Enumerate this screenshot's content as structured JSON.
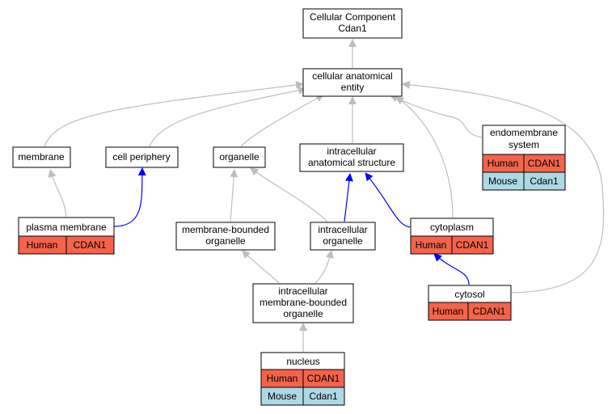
{
  "colors": {
    "human": "#f4634b",
    "mouse": "#add8e6",
    "edge_gray": "#bdbdbd",
    "edge_blue": "#0000ff"
  },
  "nodes": {
    "root": {
      "line1": "Cellular Component",
      "line2": "Cdan1"
    },
    "cae": {
      "line1": "cellular anatomical",
      "line2": "entity"
    },
    "membrane": {
      "line1": "membrane"
    },
    "periphery": {
      "line1": "cell periphery"
    },
    "organelle": {
      "line1": "organelle"
    },
    "ias": {
      "line1": "intracellular",
      "line2": "anatomical structure"
    },
    "endo": {
      "line1": "endomembrane",
      "line2": "system",
      "human_label": "Human",
      "human_gene": "CDAN1",
      "mouse_label": "Mouse",
      "mouse_gene": "Cdan1"
    },
    "pm": {
      "line1": "plasma membrane",
      "human_label": "Human",
      "human_gene": "CDAN1"
    },
    "mbo": {
      "line1": "membrane-bounded",
      "line2": "organelle"
    },
    "io": {
      "line1": "intracellular",
      "line2": "organelle"
    },
    "cyto": {
      "line1": "cytoplasm",
      "human_label": "Human",
      "human_gene": "CDAN1"
    },
    "imbo": {
      "line1": "intracellular",
      "line2": "membrane-bounded",
      "line3": "organelle"
    },
    "cytosol": {
      "line1": "cytosol",
      "human_label": "Human",
      "human_gene": "CDAN1"
    },
    "nucleus": {
      "line1": "nucleus",
      "human_label": "Human",
      "human_gene": "CDAN1",
      "mouse_label": "Mouse",
      "mouse_gene": "Cdan1"
    }
  }
}
